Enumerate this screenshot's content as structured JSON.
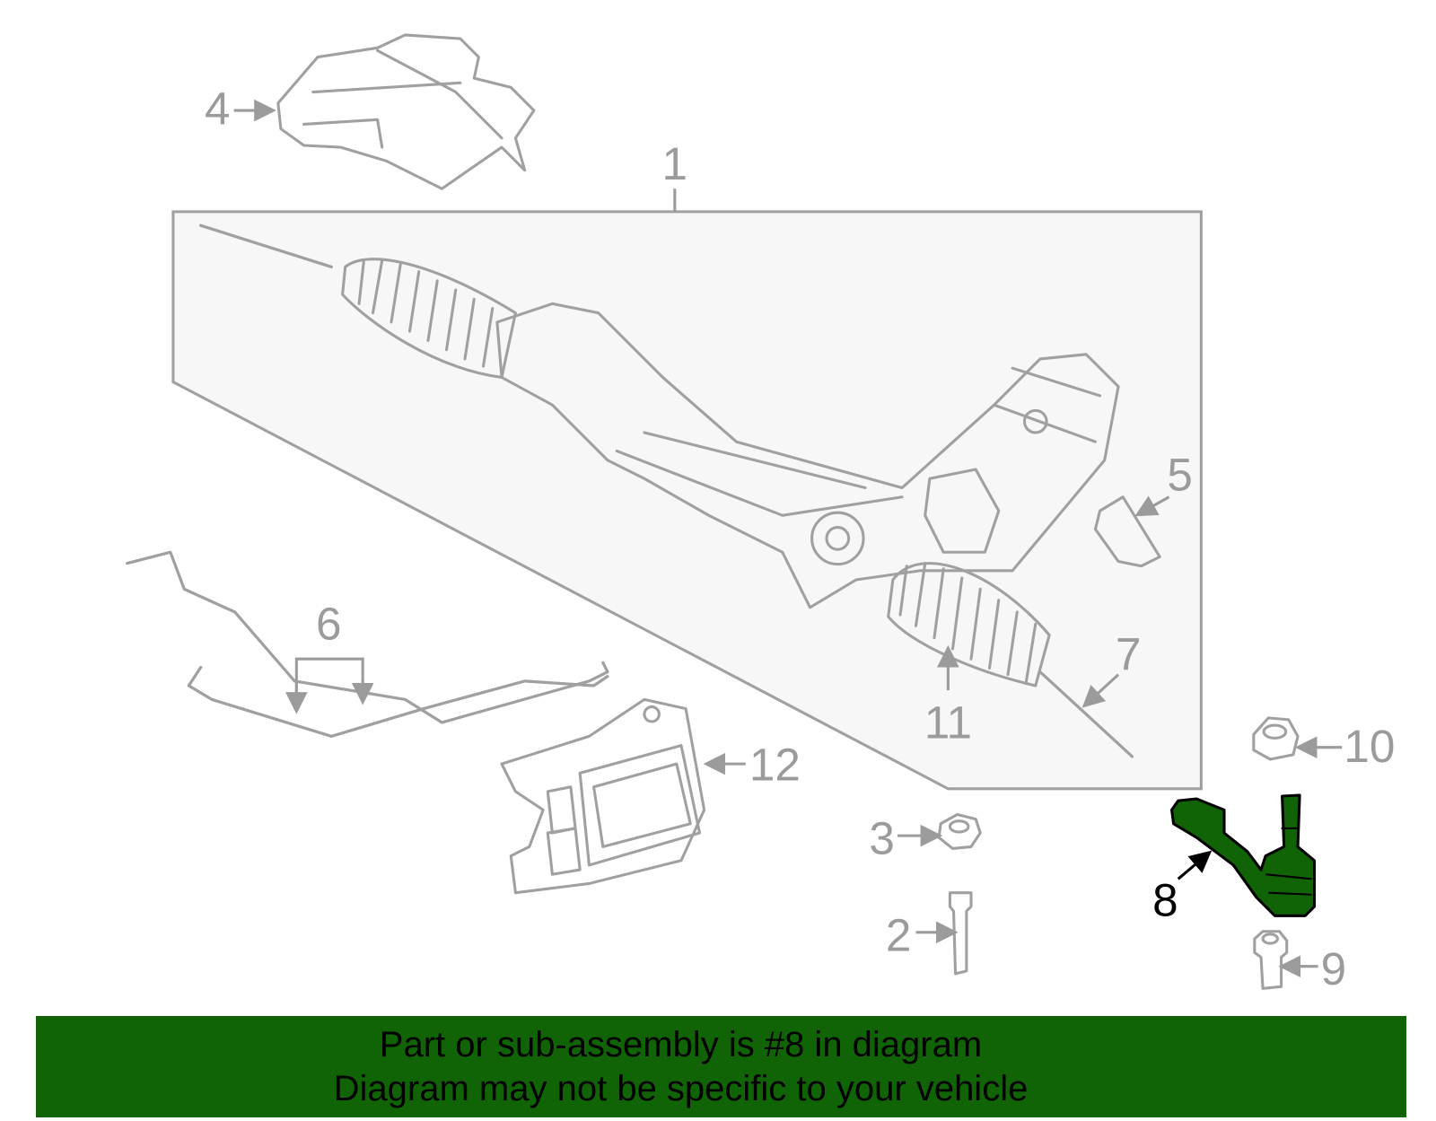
{
  "callouts": {
    "c1": "1",
    "c2": "2",
    "c3": "3",
    "c4": "4",
    "c5": "5",
    "c6": "6",
    "c7": "7",
    "c8": "8",
    "c9": "9",
    "c10": "10",
    "c11": "11",
    "c12": "12"
  },
  "highlighted_part": "8",
  "colors": {
    "highlight": "#116405",
    "line": "#a0a0a0",
    "banner": "#116405"
  },
  "banner": {
    "line1": "Part or sub-assembly is #8 in diagram",
    "line2": "Diagram may not be specific to your vehicle"
  }
}
